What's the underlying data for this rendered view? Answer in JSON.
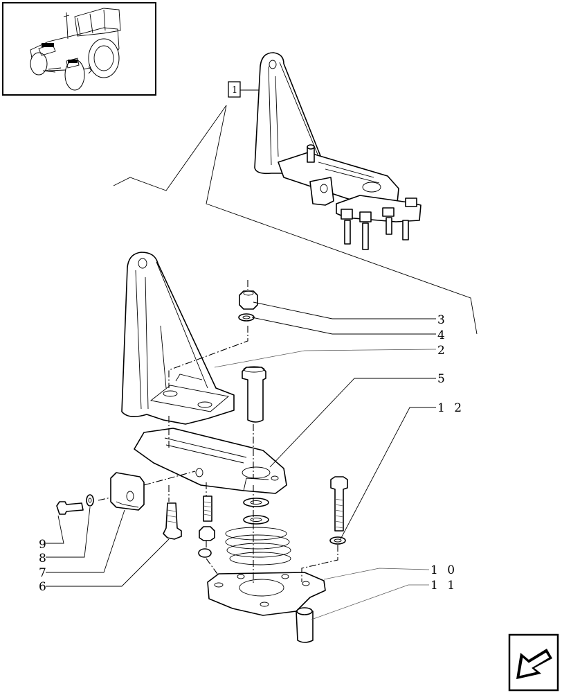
{
  "reference_box": {
    "label": "1"
  },
  "callouts": [
    {
      "id": "c3",
      "text": "3"
    },
    {
      "id": "c4",
      "text": "4"
    },
    {
      "id": "c2",
      "text": "2"
    },
    {
      "id": "c5",
      "text": "5"
    },
    {
      "id": "c12",
      "text": "1 2"
    },
    {
      "id": "c10",
      "text": "1 0"
    },
    {
      "id": "c11",
      "text": "1 1"
    },
    {
      "id": "c9",
      "text": "9"
    },
    {
      "id": "c8",
      "text": "8"
    },
    {
      "id": "c7",
      "text": "7"
    },
    {
      "id": "c6",
      "text": "6"
    }
  ],
  "icons": {
    "thumbnail": "tractor-thumbnail-icon",
    "navigation": "next-page-arrow-icon"
  }
}
